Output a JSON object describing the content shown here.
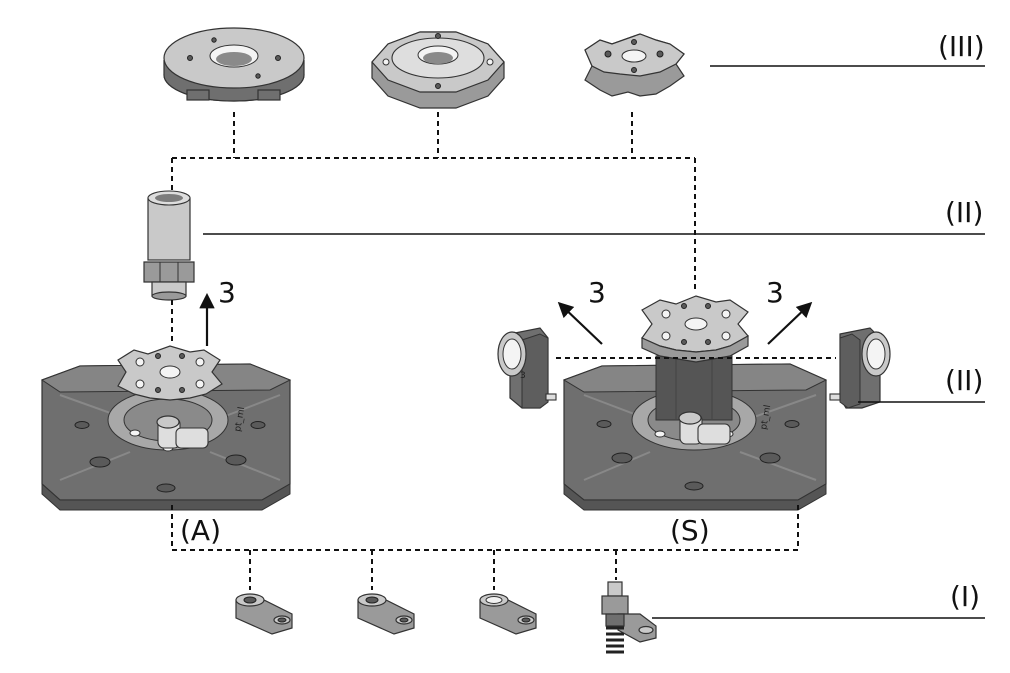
{
  "labels": {
    "level_III": "(III)",
    "level_II_top": "(II)",
    "level_II_side": "(II)",
    "level_I": "(I)",
    "station_A": "(A)",
    "station_S": "(S)",
    "arrow_left_A": "3",
    "arrow_left_S": "3",
    "arrow_right_S": "3",
    "module_number": "3"
  },
  "colors": {
    "part_dark": "#6f6f6f",
    "part_mid": "#9a9a9a",
    "part_light": "#c9c9c9",
    "line": "#111111"
  }
}
